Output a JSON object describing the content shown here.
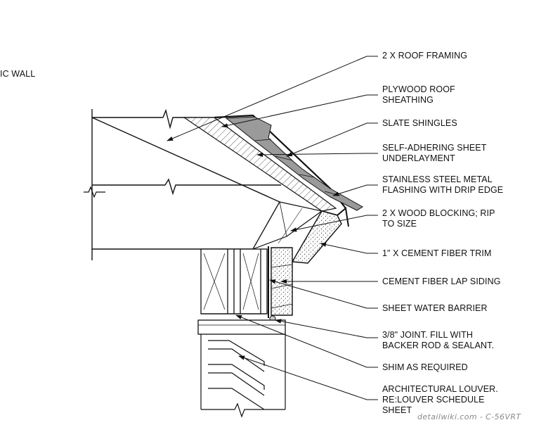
{
  "colors": {
    "ink": "#111111",
    "shingle": "#9a9a9a",
    "concrete_dots": "#555555",
    "watermark": "#8a8a8a"
  },
  "partial_label": "IC WALL",
  "labels": [
    {
      "id": "roof-framing",
      "lines": [
        "2 X ROOF FRAMING"
      ]
    },
    {
      "id": "plywood-sheathing",
      "lines": [
        "PLYWOOD ROOF",
        "SHEATHING"
      ]
    },
    {
      "id": "slate-shingles",
      "lines": [
        "SLATE SHINGLES"
      ]
    },
    {
      "id": "underlayment",
      "lines": [
        "SELF-ADHERING SHEET",
        "UNDERLAYMENT"
      ]
    },
    {
      "id": "flashing",
      "lines": [
        "STAINLESS STEEL METAL",
        "FLASHING WITH DRIP EDGE"
      ]
    },
    {
      "id": "wood-blocking",
      "lines": [
        "2 X WOOD BLOCKING; RIP",
        "TO SIZE"
      ]
    },
    {
      "id": "fiber-trim",
      "lines": [
        "1\" X CEMENT FIBER TRIM"
      ]
    },
    {
      "id": "lap-siding",
      "lines": [
        "CEMENT FIBER LAP SIDING"
      ]
    },
    {
      "id": "water-barrier",
      "lines": [
        "SHEET WATER BARRIER"
      ]
    },
    {
      "id": "joint-fill",
      "lines": [
        "3/8\" JOINT. FILL WITH",
        "BACKER ROD & SEALANT."
      ]
    },
    {
      "id": "shim",
      "lines": [
        "SHIM AS REQUIRED"
      ]
    },
    {
      "id": "louver",
      "lines": [
        "ARCHITECTURAL LOUVER.",
        "RE:LOUVER SCHEDULE",
        "SHEET"
      ]
    }
  ],
  "watermark": "detailwiki.com - C-56VRT"
}
